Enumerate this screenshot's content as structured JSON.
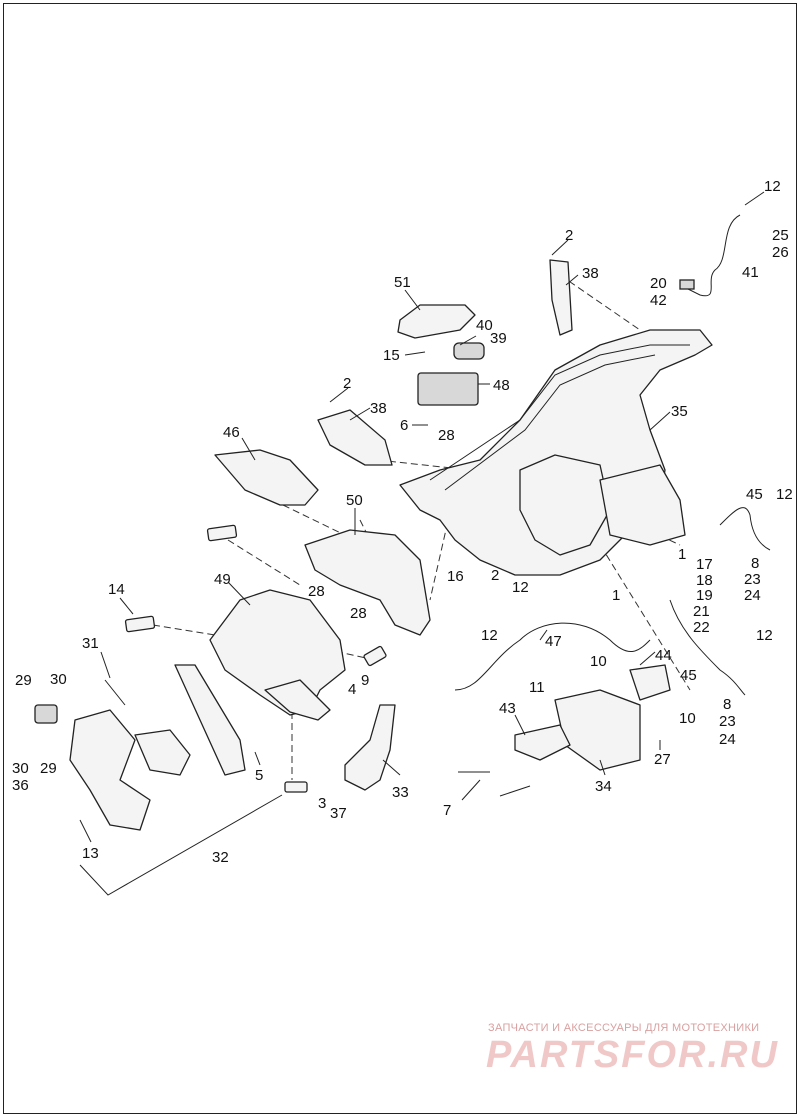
{
  "labels": {
    "l12a": "12",
    "l25": "25",
    "l26": "26",
    "l41": "41",
    "l20": "20",
    "l42": "42",
    "l2a": "2",
    "l38a": "38",
    "l51": "51",
    "l40": "40",
    "l39": "39",
    "l15": "15",
    "l48": "48",
    "l2b": "2",
    "l38b": "38",
    "l6": "6",
    "l28a": "28",
    "l35": "35",
    "l46": "46",
    "l50": "50",
    "l45a": "45",
    "l12b": "12",
    "l1a": "1",
    "l17": "17",
    "l8a": "8",
    "l23a": "23",
    "l24a": "24",
    "l2c": "2",
    "l18": "18",
    "l19": "19",
    "l21": "21",
    "l22": "22",
    "l1b": "1",
    "l16": "16",
    "l28b": "28",
    "l28c": "28",
    "l12c": "12",
    "l14": "14",
    "l49": "49",
    "l12d": "12",
    "l47": "47",
    "l12e": "12",
    "l44": "44",
    "l10a": "10",
    "l11": "11",
    "l45b": "45",
    "l31": "31",
    "l29a": "29",
    "l30a": "30",
    "l4": "4",
    "l9": "9",
    "l43": "43",
    "l10b": "10",
    "l8b": "8",
    "l23b": "23",
    "l24b": "24",
    "l29b": "29",
    "l30b": "30",
    "l36": "36",
    "l5": "5",
    "l27": "27",
    "l3": "3",
    "l37": "37",
    "l33": "33",
    "l34": "34",
    "l7": "7",
    "l13": "13",
    "l32": "32"
  },
  "watermark": {
    "tagline": "ЗАПЧАСТИ И АКСЕССУАРЫ ДЛЯ МОТОТЕХНИКИ",
    "logo": "PARTSFOR.RU"
  }
}
